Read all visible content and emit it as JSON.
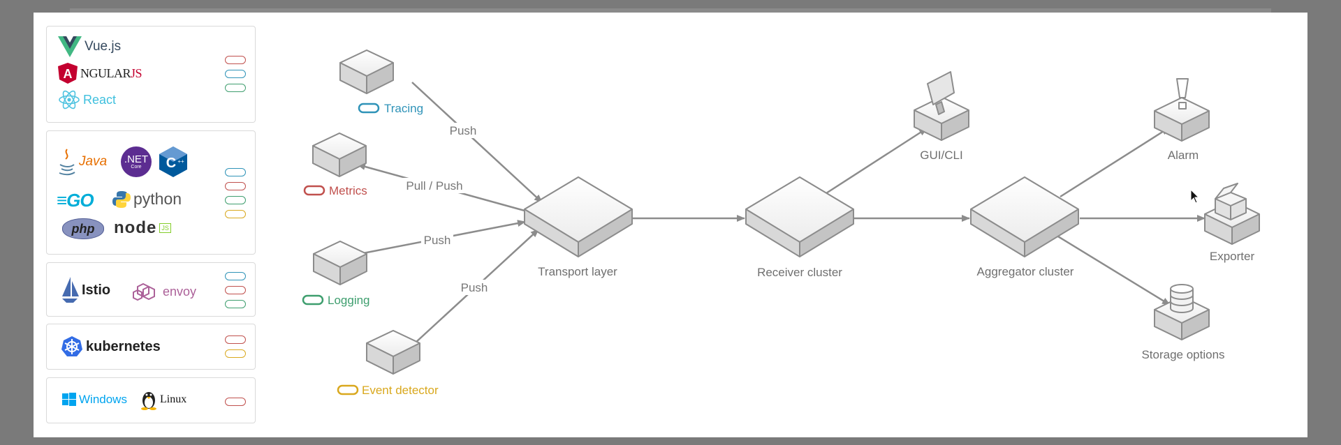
{
  "colors": {
    "red": "#c0504d",
    "blue": "#2f93b8",
    "green": "#3e9e6e",
    "yellow": "#d9a81e"
  },
  "panels": {
    "frontend": {
      "vue": "Vue.js",
      "angular": "NGULAR",
      "angular_a": "A",
      "angular_js": "JS",
      "react": "React"
    },
    "languages": {
      "java": "Java",
      "dotnet": ".NET",
      "dotnet_sub": "Core",
      "cpp": "C",
      "go": "GO",
      "python": "python",
      "php": "php",
      "node": "node",
      "node_js": "JS"
    },
    "mesh": {
      "istio": "Istio",
      "envoy": "envoy"
    },
    "k8s": {
      "kubernetes": "kubernetes"
    },
    "os": {
      "windows": "Windows",
      "linux": "Linux"
    }
  },
  "sources": {
    "tracing": "Tracing",
    "metrics": "Metrics",
    "logging": "Logging",
    "event": "Event detector"
  },
  "nodes": {
    "transport": "Transport layer",
    "receiver": "Receiver cluster",
    "aggregator": "Aggregator cluster",
    "gui": "GUI/CLI",
    "alarm": "Alarm",
    "exporter": "Exporter",
    "storage": "Storage options"
  },
  "edges": {
    "push1": "Push",
    "pullpush": "Pull / Push",
    "push2": "Push",
    "push3": "Push"
  }
}
